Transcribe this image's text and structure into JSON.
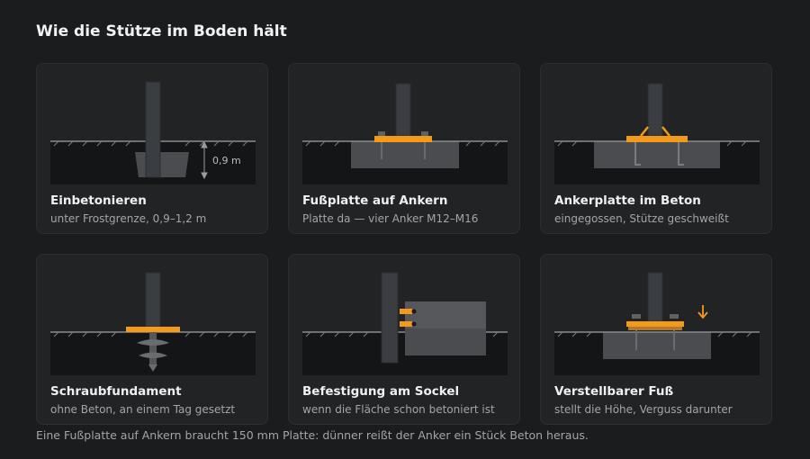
{
  "title": "Wie die Stütze im Boden hält",
  "cards": [
    {
      "title": "Einbetonieren",
      "subtitle": "unter Frostgrenze, 0,9–1,2 m",
      "dimension_label": "0,9 m"
    },
    {
      "title": "Fußplatte auf Ankern",
      "subtitle": "Platte da — vier Anker M12–M16"
    },
    {
      "title": "Ankerplatte im Beton",
      "subtitle": "eingegossen, Stütze geschweißt"
    },
    {
      "title": "Schraubfundament",
      "subtitle": "ohne Beton, an einem Tag gesetzt"
    },
    {
      "title": "Befestigung am Sockel",
      "subtitle": "wenn die Fläche schon betoniert ist"
    },
    {
      "title": "Verstellbarer Fuß",
      "subtitle": "stellt die Höhe, Verguss darunter"
    }
  ],
  "footnote": "Eine Fußplatte auf Ankern braucht 150 mm Platte: dünner reißt der Anker ein Stück Beton heraus.",
  "colors": {
    "background": "#1b1c1e",
    "card": "#212325",
    "ground": "#141516",
    "concrete": "#4a4c4f",
    "post": "#3a3d42",
    "accent": "#f39a1b"
  }
}
